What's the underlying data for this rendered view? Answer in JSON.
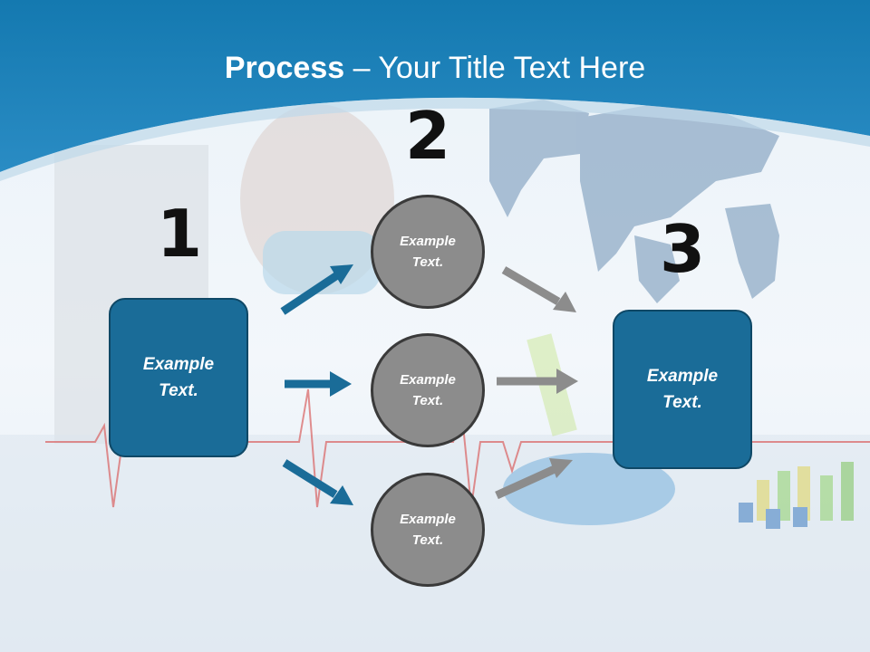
{
  "slide": {
    "title_bold": "Process",
    "title_rest": " – Your Title Text Here"
  },
  "colors": {
    "header_blue": "#1b7fb5",
    "box_blue": "#1a6c98",
    "arrow_blue": "#1a6c98",
    "circle_gray": "#8c8c8c",
    "arrow_gray": "#8c8c8c"
  },
  "steps": [
    {
      "number": "1",
      "text": "Example\nText."
    },
    {
      "number": "2",
      "text": "Example\nText."
    },
    {
      "number": "3",
      "text": "Example\nText."
    }
  ],
  "circles": [
    {
      "text": "Example\nText."
    },
    {
      "text": "Example\nText."
    },
    {
      "text": "Example\nText."
    }
  ]
}
